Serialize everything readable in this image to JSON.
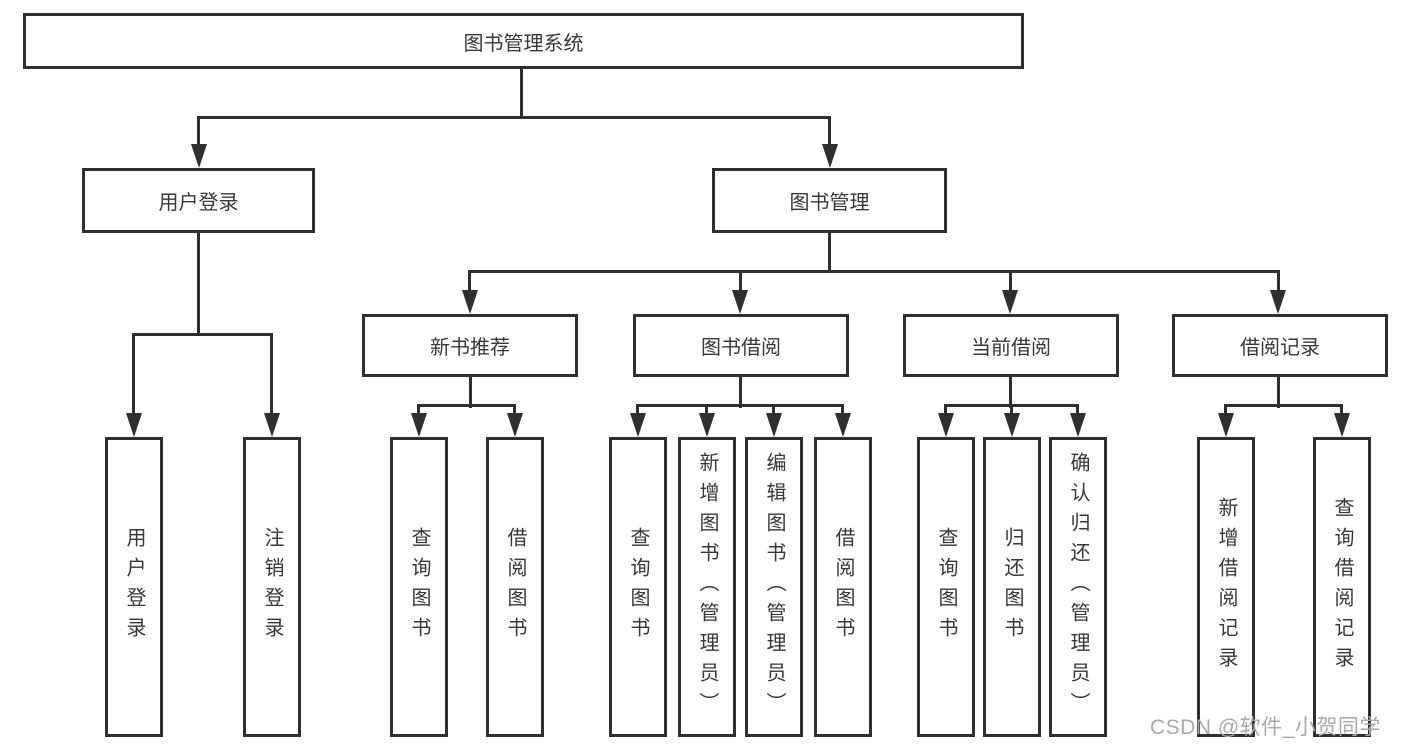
{
  "tree": {
    "label": "图书管理系统",
    "children": [
      {
        "label": "用户登录",
        "children": [
          {
            "label": "用户登录"
          },
          {
            "label": "注销登录"
          }
        ]
      },
      {
        "label": "图书管理",
        "children": [
          {
            "label": "新书推荐",
            "children": [
              {
                "label": "查询图书"
              },
              {
                "label": "借阅图书"
              }
            ]
          },
          {
            "label": "图书借阅",
            "children": [
              {
                "label": "查询图书"
              },
              {
                "label": "新增图书（管理员）"
              },
              {
                "label": "编辑图书（管理员）"
              },
              {
                "label": "借阅图书"
              }
            ]
          },
          {
            "label": "当前借阅",
            "children": [
              {
                "label": "查询图书"
              },
              {
                "label": "归还图书"
              },
              {
                "label": "确认归还（管理员）"
              }
            ]
          },
          {
            "label": "借阅记录",
            "children": [
              {
                "label": "新增借阅记录"
              },
              {
                "label": "查询借阅记录"
              }
            ]
          }
        ]
      }
    ]
  },
  "watermark": {
    "text": "CSDN @软件_小贺同学"
  },
  "colors": {
    "line": "#2f2f2f",
    "text": "#383838",
    "watermark": "#a9a9a9",
    "background": "#ffffff"
  }
}
